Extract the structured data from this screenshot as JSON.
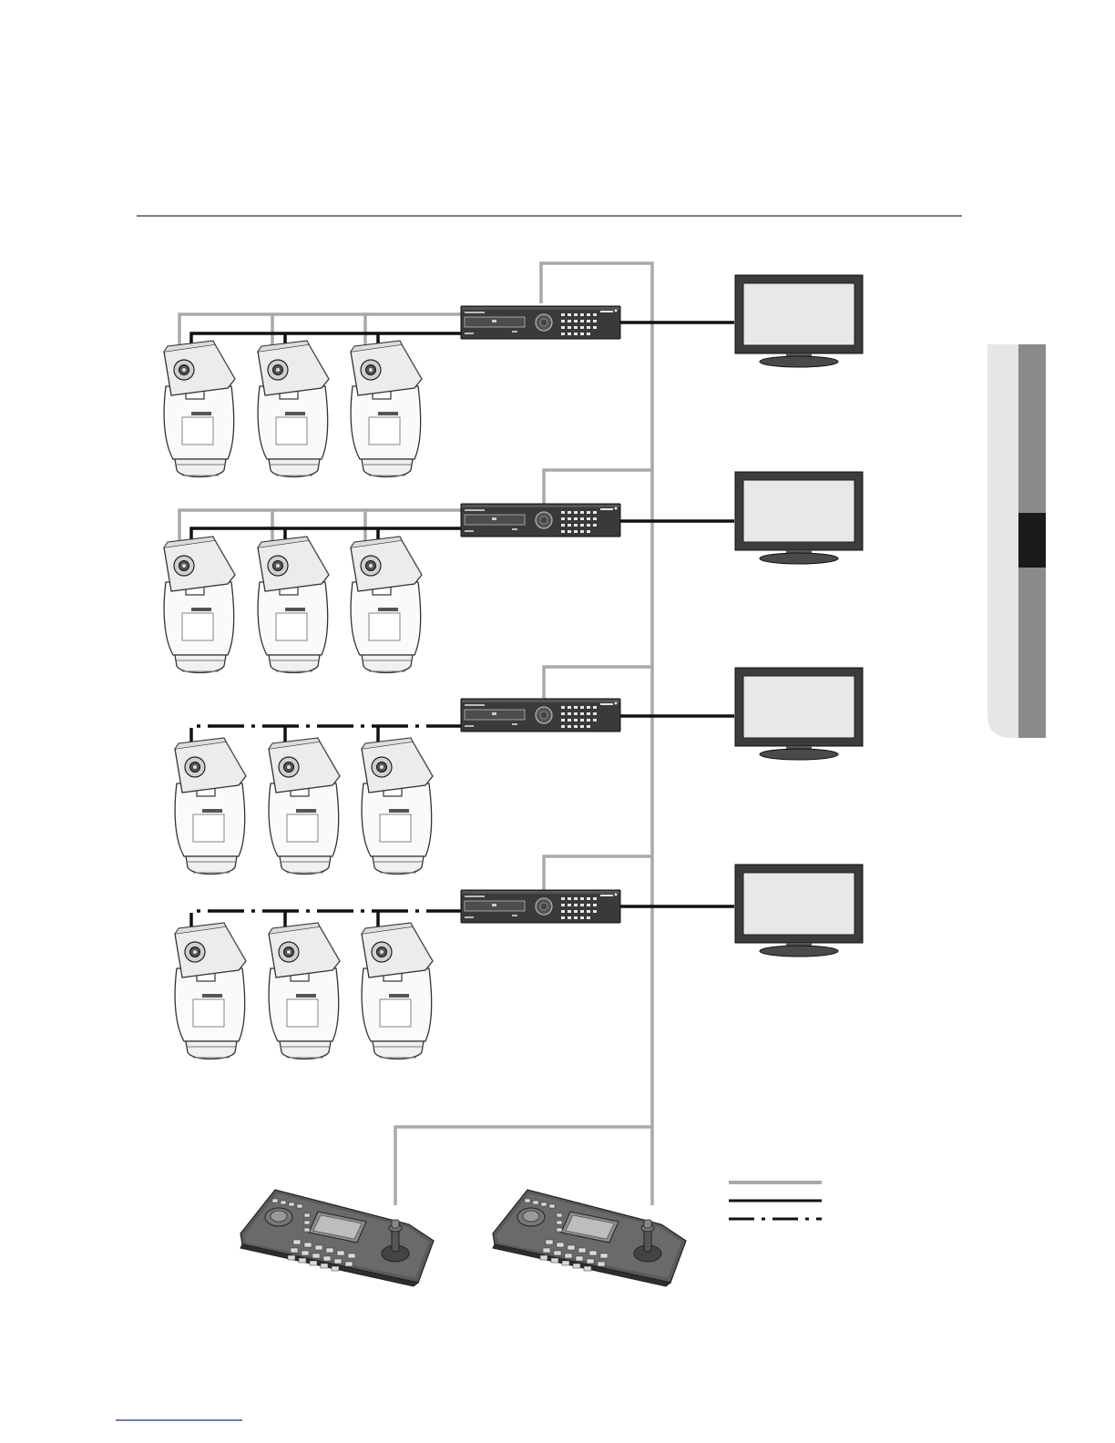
{
  "page": {
    "background": "#ffffff",
    "rule_color": "#555555"
  },
  "colors": {
    "gray_cable": "#a9a9a9",
    "black_cable": "#111111",
    "device_dark": "#3a3a3a",
    "screen_fill": "#e8e8e8",
    "tab_light": "#e6e6e6",
    "tab_mid": "#8a8a8a",
    "tab_active": "#1a1a1a"
  },
  "diagram": {
    "groups": [
      {
        "id": "group-1",
        "camera_link": "solid"
      },
      {
        "id": "group-2",
        "camera_link": "solid"
      },
      {
        "id": "group-3",
        "camera_link": "dash-dot"
      },
      {
        "id": "group-4",
        "camera_link": "dash-dot"
      }
    ],
    "cameras_per_group": 3,
    "keyboard_controllers": 2,
    "legend": [
      {
        "style": "gray-solid"
      },
      {
        "style": "black-solid"
      },
      {
        "style": "black-dash-dot"
      }
    ]
  },
  "icons": {
    "camera": "ptz-camera-icon",
    "recorder": "dvr-recorder-icon",
    "monitor": "monitor-icon",
    "keyboard": "control-keyboard-icon"
  }
}
